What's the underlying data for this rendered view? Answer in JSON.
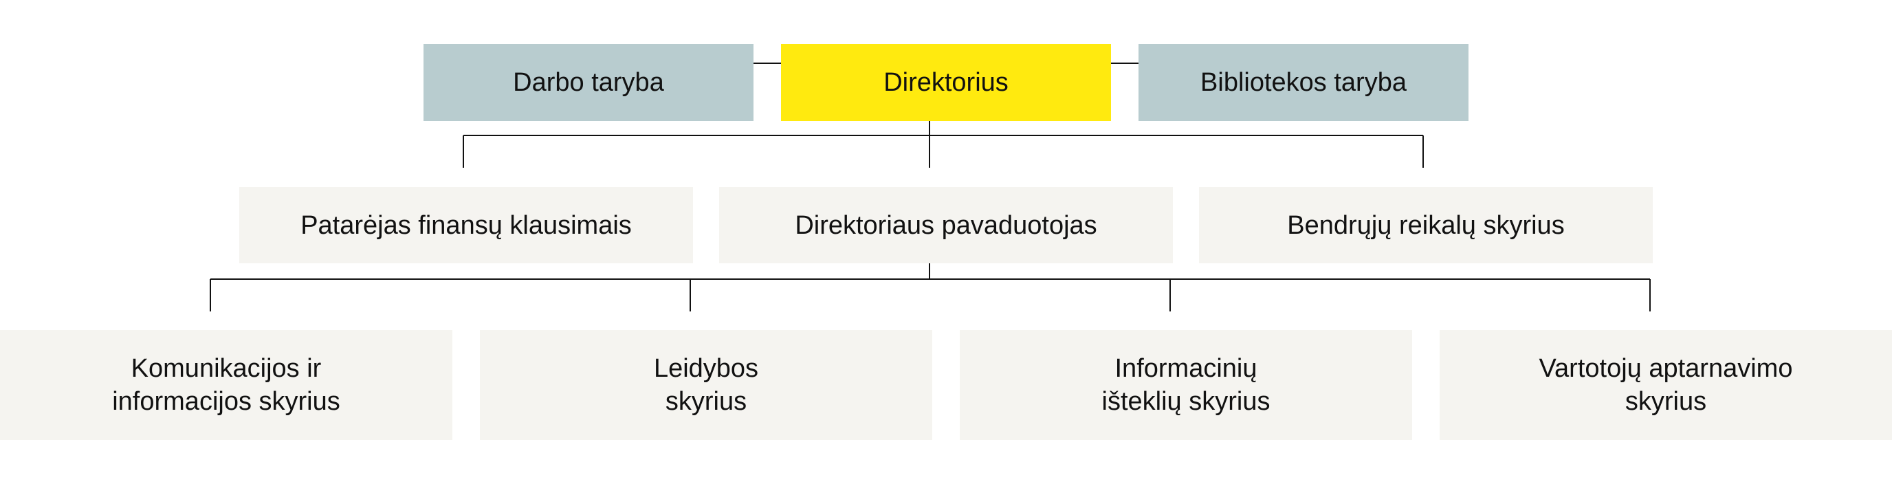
{
  "top_row": {
    "left": "Darbo taryba",
    "center": "Direktorius",
    "right": "Bibliotekos taryba"
  },
  "middle_row": {
    "left": "Patarėjas finansų klausimais",
    "center": "Direktoriaus pavaduotojas",
    "right": "Bendrųjų reikalų skyrius"
  },
  "bottom_row": [
    "Komunikacijos ir\ninformacijos skyrius",
    "Leidybos\nskyrius",
    "Informacinių\ništeklių skyrius",
    "Vartotojų aptarnavimo\nskyrius"
  ],
  "colors": {
    "council": "#b8cccf",
    "director": "#ffea0f",
    "unit": "#f5f4f0",
    "line": "#111111"
  }
}
